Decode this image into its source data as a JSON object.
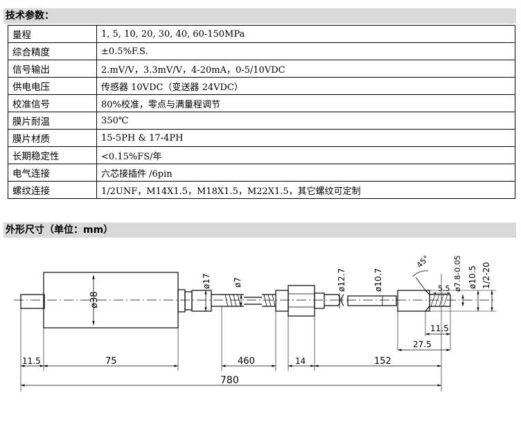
{
  "specs": {
    "title": "技术参数：",
    "rows": [
      {
        "label": "量程",
        "value": "1, 5, 10, 20, 30, 40, 60-150MPa"
      },
      {
        "label": "综合精度",
        "value": "±0.5%F.S."
      },
      {
        "label": "信号输出",
        "value": "2.mV/V，3.3mV/V，4-20mA，0-5/10VDC"
      },
      {
        "label": "供电电压",
        "value": "传感器 10VDC（变送器 24VDC）"
      },
      {
        "label": "校准信号",
        "value": "80%校准，零点与满量程调节"
      },
      {
        "label": "膜片耐温",
        "value": "350℃"
      },
      {
        "label": "膜片材质",
        "value": "15-5PH & 17-4PH"
      },
      {
        "label": "长期稳定性",
        "value": "<0.15%FS/年"
      },
      {
        "label": "电气连接",
        "value": "六芯接插件 /6pin"
      },
      {
        "label": "螺纹连接",
        "value": "1/2UNF，M14X1.5，M18X1.5，M22X1.5，其它螺纹可定制"
      }
    ]
  },
  "dims": {
    "title": "外形尺寸（单位：mm）",
    "drawing": {
      "labels": {
        "d38": "ø38",
        "d17": "ø17",
        "d7": "ø7",
        "d12_7": "ø12.7",
        "d10_7": "ø10.7",
        "angle45": "45°",
        "d7_8": "ø7.8-0.05",
        "d10_5": "ø10.5",
        "thread": "1/2-20",
        "l5_5": "5.5",
        "l11_5a": "11.5",
        "l27_5": "27.5",
        "l11_5b": "11.5",
        "l75": "75",
        "l460": "460",
        "l14": "14",
        "l152": "152",
        "l780": "780"
      }
    }
  }
}
